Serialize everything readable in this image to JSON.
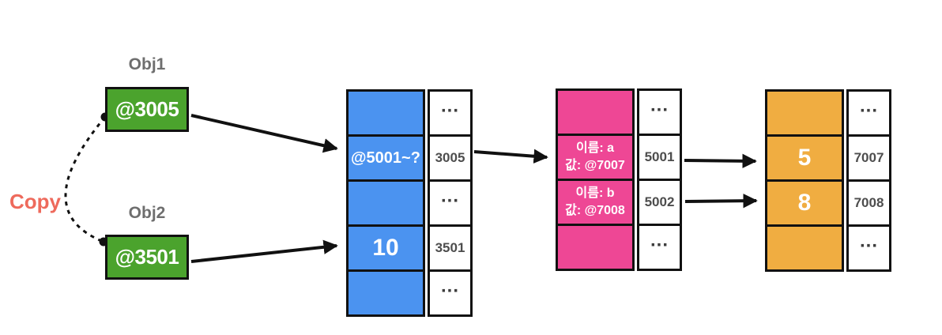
{
  "labels": {
    "copy": "Copy",
    "obj1": "Obj1",
    "obj2": "Obj2"
  },
  "objects": {
    "obj1_ref": "@3005",
    "obj2_ref": "@3501"
  },
  "colors": {
    "green": "#4ba32d",
    "blue": "#4b93f0",
    "pink": "#ee4795",
    "orange": "#f0ad41",
    "copy_text": "#ee6a5c",
    "addr_text": "#4d4d4d",
    "label_text": "#6e6e6e",
    "line": "#111111"
  },
  "tables": {
    "mem3000": {
      "rows": [
        {
          "value": "",
          "addr": "..."
        },
        {
          "value": "@5001~?",
          "addr": "3005"
        },
        {
          "value": "",
          "addr": "..."
        },
        {
          "value": "10",
          "addr": "3501"
        },
        {
          "value": "",
          "addr": "..."
        }
      ]
    },
    "mem5000": {
      "rows": [
        {
          "value_line1": "",
          "value_line2": "",
          "addr": "..."
        },
        {
          "value_line1": "이름: a",
          "value_line2": "값: @7007",
          "addr": "5001"
        },
        {
          "value_line1": "이름: b",
          "value_line2": "값: @7008",
          "addr": "5002"
        },
        {
          "value_line1": "",
          "value_line2": "",
          "addr": "..."
        }
      ]
    },
    "mem7000": {
      "rows": [
        {
          "value": "",
          "addr": "..."
        },
        {
          "value": "5",
          "addr": "7007"
        },
        {
          "value": "8",
          "addr": "7008"
        },
        {
          "value": "",
          "addr": "..."
        }
      ]
    }
  }
}
